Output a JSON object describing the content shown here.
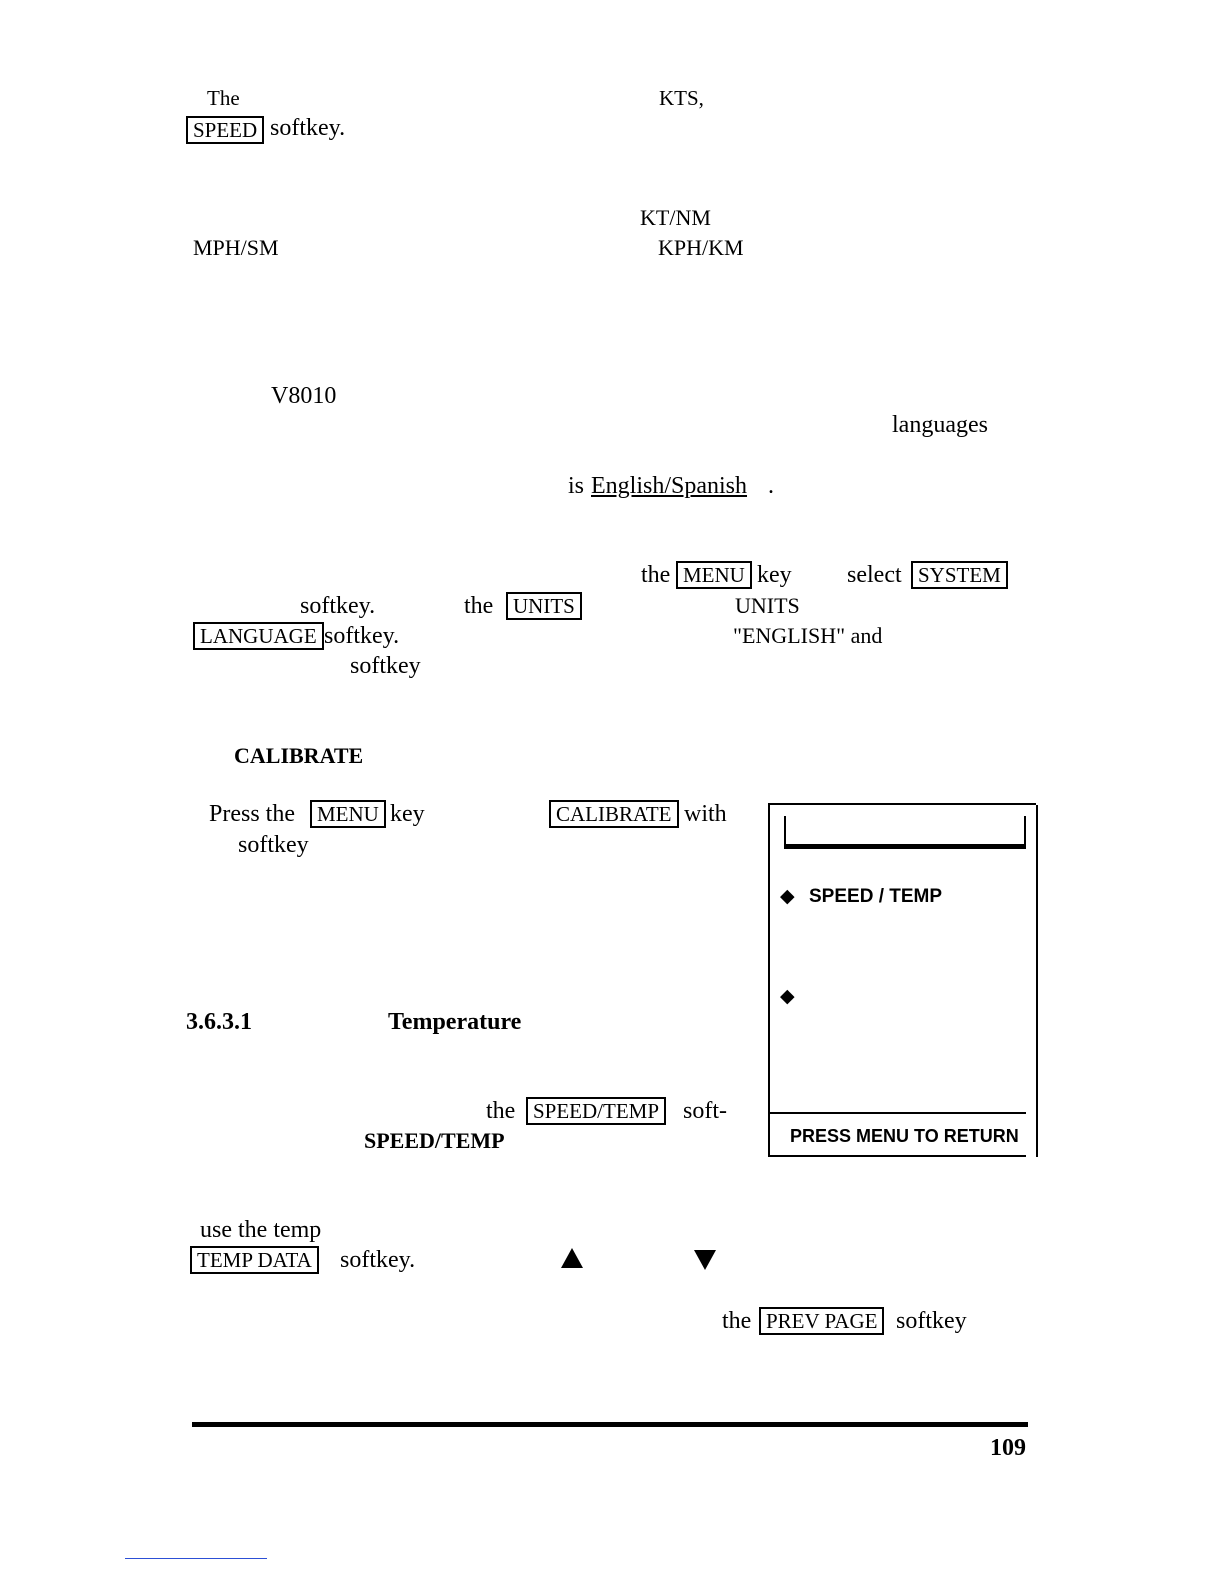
{
  "para1": {
    "the": "The",
    "kts": "KTS,",
    "speed_key": "SPEED",
    "softkey": "softkey."
  },
  "units": {
    "kt_nm": "KT/NM",
    "mph_sm": "MPH/SM",
    "kph_km": "KPH/KM"
  },
  "language": {
    "model": "V8010",
    "languages": "languages",
    "is_text": "is",
    "default_lang": "English/Spanish",
    "period": "."
  },
  "steps": {
    "the1": "the",
    "menu_key": "MENU",
    "key": "key",
    "select": "select",
    "system_key": "SYSTEM",
    "softkey1": "softkey.",
    "the2": "the",
    "units_key": "UNITS",
    "units_word": "UNITS",
    "language_key": "LANGUAGE",
    "softkey2": "softkey.",
    "english_and": "\"ENGLISH\" and",
    "softkey3": "softkey"
  },
  "calibrate": {
    "heading": "CALIBRATE",
    "press_the": "Press the",
    "menu_key": "MENU",
    "key": "key",
    "calibrate_key": "CALIBRATE",
    "with": "with",
    "softkey": "softkey"
  },
  "section": {
    "number": "3.6.3.1",
    "title": "Temperature"
  },
  "speedtemp": {
    "the": "the",
    "key": "SPEED/TEMP",
    "soft": "soft-",
    "label": "SPEED/TEMP"
  },
  "tempdata": {
    "use_the": "use the temp",
    "key": "TEMP DATA",
    "softkey": "softkey."
  },
  "prevpage": {
    "the": "the",
    "key": "PREV PAGE",
    "softkey": "softkey"
  },
  "screen": {
    "item1_arrow": "◆",
    "item1_label": "SPEED / TEMP",
    "item2_arrow": "◆",
    "footer": "PRESS MENU TO RETURN"
  },
  "page_number": "109"
}
